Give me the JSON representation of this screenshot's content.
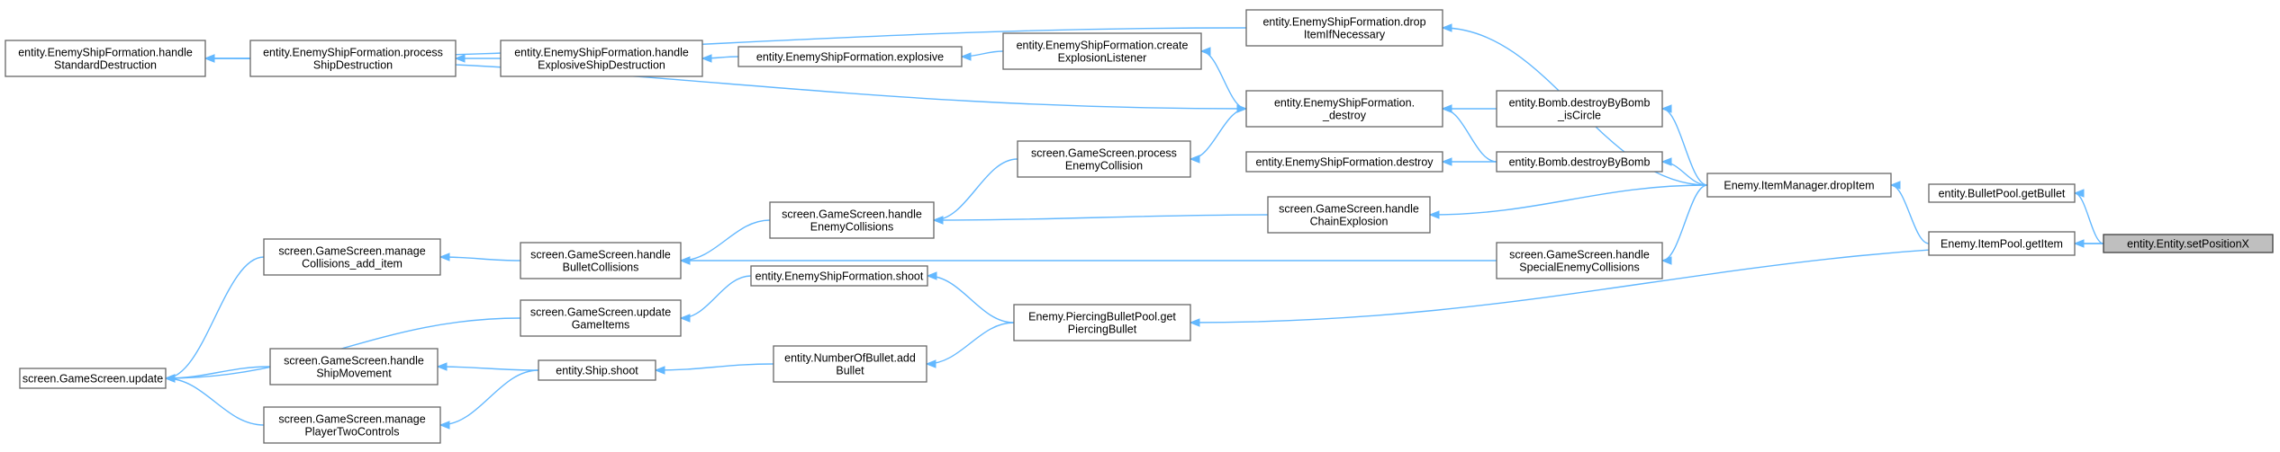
{
  "graph": {
    "type": "call-graph",
    "colors": {
      "edge": "#63b8ff",
      "node_border": "#666666",
      "root_fill": "#bfbfbf"
    },
    "nodes": [
      {
        "id": "setPositionX",
        "lines": [
          "entity.Entity.setPositionX"
        ],
        "root": true
      },
      {
        "id": "getBullet",
        "lines": [
          "entity.BulletPool.getBullet"
        ]
      },
      {
        "id": "getItem",
        "lines": [
          "Enemy.ItemPool.getItem"
        ]
      },
      {
        "id": "dropItem",
        "lines": [
          "Enemy.ItemManager.dropItem"
        ]
      },
      {
        "id": "dropItemIfNecessary",
        "lines": [
          "entity.EnemyShipFormation.drop",
          "ItemIfNecessary"
        ]
      },
      {
        "id": "isCircle",
        "lines": [
          "entity.Bomb.destroyByBomb",
          "_isCircle"
        ]
      },
      {
        "id": "destroyByBomb",
        "lines": [
          "entity.Bomb.destroyByBomb"
        ]
      },
      {
        "id": "handleChainExplosion",
        "lines": [
          "screen.GameScreen.handle",
          "ChainExplosion"
        ]
      },
      {
        "id": "handleSpecialEnemyCollisions",
        "lines": [
          "screen.GameScreen.handle",
          "SpecialEnemyCollisions"
        ]
      },
      {
        "id": "getPiercingBullet",
        "lines": [
          "Enemy.PiercingBulletPool.get",
          "PiercingBullet"
        ]
      },
      {
        "id": "formationDestroyPriv",
        "lines": [
          "entity.EnemyShipFormation.",
          "_destroy"
        ]
      },
      {
        "id": "formationDestroy",
        "lines": [
          "entity.EnemyShipFormation.destroy"
        ]
      },
      {
        "id": "createExplosionListener",
        "lines": [
          "entity.EnemyShipFormation.create",
          "ExplosionListener"
        ]
      },
      {
        "id": "processEnemyCollision",
        "lines": [
          "screen.GameScreen.process",
          "EnemyCollision"
        ]
      },
      {
        "id": "formationShoot",
        "lines": [
          "entity.EnemyShipFormation.shoot"
        ]
      },
      {
        "id": "addBullet",
        "lines": [
          "entity.NumberOfBullet.add",
          "Bullet"
        ]
      },
      {
        "id": "explosive",
        "lines": [
          "entity.EnemyShipFormation.explosive"
        ]
      },
      {
        "id": "handleEnemyCollisions",
        "lines": [
          "screen.GameScreen.handle",
          "EnemyCollisions"
        ]
      },
      {
        "id": "handleExplosiveShipDestruction",
        "lines": [
          "entity.EnemyShipFormation.handle",
          "ExplosiveShipDestruction"
        ]
      },
      {
        "id": "handleBulletCollisions",
        "lines": [
          "screen.GameScreen.handle",
          "BulletCollisions"
        ]
      },
      {
        "id": "updateGameItems",
        "lines": [
          "screen.GameScreen.update",
          "GameItems"
        ]
      },
      {
        "id": "shipShoot",
        "lines": [
          "entity.Ship.shoot"
        ]
      },
      {
        "id": "processShipDestruction",
        "lines": [
          "entity.EnemyShipFormation.process",
          "ShipDestruction"
        ]
      },
      {
        "id": "manageCollisions",
        "lines": [
          "screen.GameScreen.manage",
          "Collisions_add_item"
        ]
      },
      {
        "id": "handleShipMovement",
        "lines": [
          "screen.GameScreen.handle",
          "ShipMovement"
        ]
      },
      {
        "id": "managePlayerTwo",
        "lines": [
          "screen.GameScreen.manage",
          "PlayerTwoControls"
        ]
      },
      {
        "id": "handleStandardDestruction",
        "lines": [
          "entity.EnemyShipFormation.handle",
          "StandardDestruction"
        ]
      },
      {
        "id": "gameScreenUpdate",
        "lines": [
          "screen.GameScreen.update"
        ]
      }
    ],
    "edges": [
      {
        "from": "getBullet",
        "to": "setPositionX"
      },
      {
        "from": "getItem",
        "to": "setPositionX"
      },
      {
        "from": "getPiercingBullet",
        "to": "setPositionX"
      },
      {
        "from": "dropItem",
        "to": "getItem"
      },
      {
        "from": "dropItemIfNecessary",
        "to": "dropItem"
      },
      {
        "from": "isCircle",
        "to": "dropItem"
      },
      {
        "from": "destroyByBomb",
        "to": "dropItem"
      },
      {
        "from": "handleChainExplosion",
        "to": "dropItem"
      },
      {
        "from": "handleSpecialEnemyCollisions",
        "to": "dropItem"
      },
      {
        "from": "formationDestroyPriv",
        "to": "isCircle"
      },
      {
        "from": "formationDestroyPriv",
        "to": "destroyByBomb"
      },
      {
        "from": "formationDestroy",
        "to": "destroyByBomb"
      },
      {
        "from": "createExplosionListener",
        "to": "formationDestroyPriv"
      },
      {
        "from": "processEnemyCollision",
        "to": "formationDestroyPriv"
      },
      {
        "from": "formationDestroyPriv",
        "to": "handleStandardDestruction"
      },
      {
        "from": "handleStandardDestruction",
        "to": "dropItemIfNecessary"
      },
      {
        "from": "explosive",
        "to": "createExplosionListener"
      },
      {
        "from": "handleExplosiveShipDestruction",
        "to": "explosive"
      },
      {
        "from": "processShipDestruction",
        "to": "handleExplosiveShipDestruction"
      },
      {
        "from": "handleStandardDestruction",
        "to": "processShipDestruction"
      },
      {
        "from": "handleEnemyCollisions",
        "to": "processEnemyCollision"
      },
      {
        "from": "handleEnemyCollisions",
        "to": "handleChainExplosion"
      },
      {
        "from": "handleBulletCollisions",
        "to": "handleEnemyCollisions"
      },
      {
        "from": "handleBulletCollisions",
        "to": "handleSpecialEnemyCollisions"
      },
      {
        "from": "manageCollisions",
        "to": "handleBulletCollisions"
      },
      {
        "from": "gameScreenUpdate",
        "to": "manageCollisions"
      },
      {
        "from": "formationShoot",
        "to": "getPiercingBullet"
      },
      {
        "from": "addBullet",
        "to": "getPiercingBullet"
      },
      {
        "from": "updateGameItems",
        "to": "formationShoot"
      },
      {
        "from": "gameScreenUpdate",
        "to": "updateGameItems"
      },
      {
        "from": "shipShoot",
        "to": "addBullet"
      },
      {
        "from": "handleShipMovement",
        "to": "shipShoot"
      },
      {
        "from": "managePlayerTwo",
        "to": "shipShoot"
      },
      {
        "from": "gameScreenUpdate",
        "to": "handleShipMovement"
      },
      {
        "from": "gameScreenUpdate",
        "to": "managePlayerTwo"
      }
    ]
  }
}
